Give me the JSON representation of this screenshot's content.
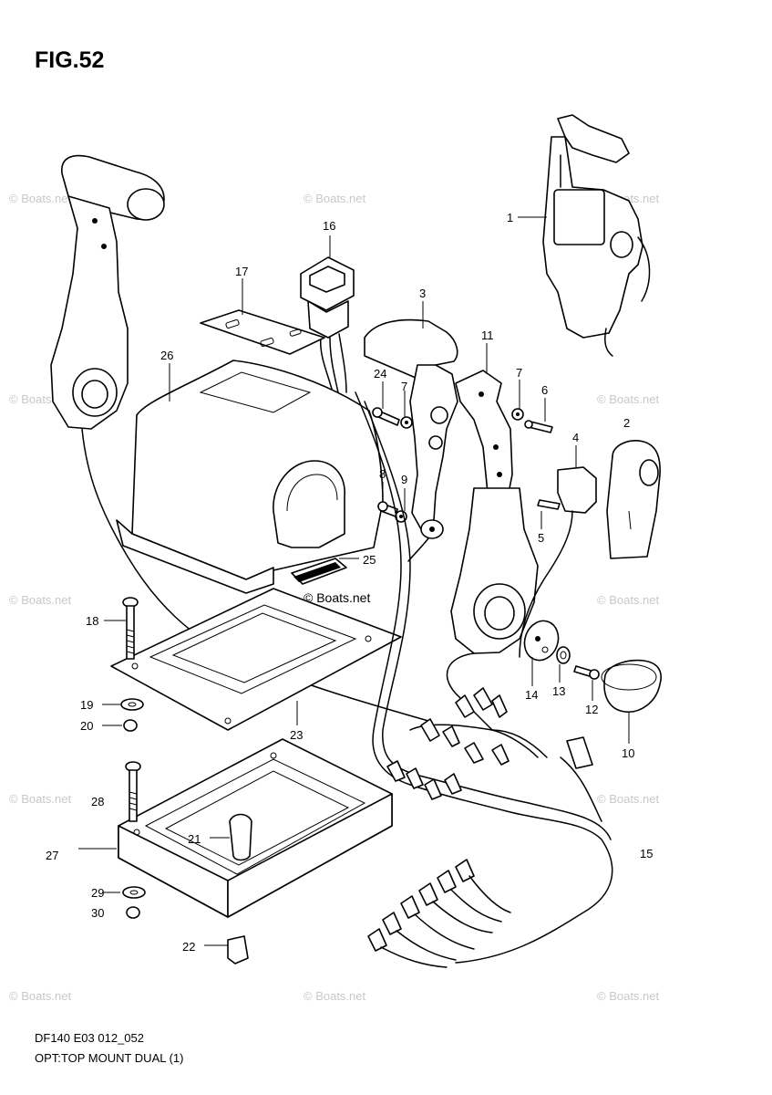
{
  "figure": {
    "title": "FIG.52",
    "code": "DF140 E03 012_052",
    "description": "OPT:TOP MOUNT DUAL (1)"
  },
  "watermark": "© Boats.net",
  "callouts": [
    "1",
    "2",
    "3",
    "4",
    "5",
    "6",
    "7",
    "7",
    "8",
    "9",
    "10",
    "11",
    "12",
    "13",
    "14",
    "15",
    "16",
    "17",
    "18",
    "19",
    "20",
    "21",
    "22",
    "23",
    "24",
    "25",
    "26",
    "27",
    "28",
    "29",
    "30"
  ]
}
